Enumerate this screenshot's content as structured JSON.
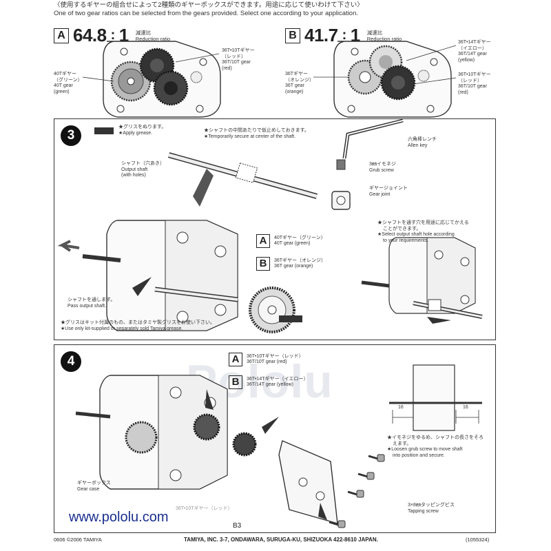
{
  "intro": {
    "line1": "〈使用するギヤーの組合せによって2種類のギヤーボックスができます。用途に応じて使いわけて下さい〉",
    "line2": "One of two gear ratios can be selected from the gears provided. Select one according to your application."
  },
  "ratioA": {
    "letter": "A",
    "ratio_main": "64.8",
    "ratio_sep": ":",
    "ratio_one": "1",
    "label_jp": "減速比",
    "label_en": "Reduction ratio",
    "gear_right_jp1": "36T•10Tギヤー",
    "gear_right_jp2": "（レッド）",
    "gear_right_en1": "36T/10T gear",
    "gear_right_en2": "(red)",
    "gear_left_jp1": "40Tギヤー",
    "gear_left_jp2": "（グリーン）",
    "gear_left_en1": "40T gear",
    "gear_left_en2": "(green)"
  },
  "ratioB": {
    "letter": "B",
    "ratio_main": "41.7",
    "ratio_sep": ":",
    "ratio_one": "1",
    "label_jp": "減速比",
    "label_en": "Reduction ratio",
    "gear_top_jp1": "36T•14Tギヤー",
    "gear_top_jp2": "（イエロー）",
    "gear_top_en1": "36T/14T gear",
    "gear_top_en2": "(yellow)",
    "gear_mid_jp1": "36T•10Tギヤー",
    "gear_mid_jp2": "（レッド）",
    "gear_mid_en1": "36T/10T gear",
    "gear_mid_en2": "(red)",
    "gear_left_jp1": "36Tギヤー",
    "gear_left_jp2": "（オレンジ）",
    "gear_left_en1": "36T gear",
    "gear_left_en2": "(orange)"
  },
  "step3": {
    "number": "3",
    "grease_jp": "★グリスをぬります。",
    "grease_en": "★Apply grease.",
    "temp_jp": "★シャフトの中間あたりで仮止めしておきます。",
    "temp_en": "★Temporarily secure at center of the shaft.",
    "allen_jp": "六角棒レンチ",
    "allen_en": "Allen key",
    "shaft_jp": "シャフト（穴あき）",
    "shaft_en1": "Output shaft",
    "shaft_en2": "(with holes)",
    "grub_jp": "3㎜イモネジ",
    "grub_en": "Grub screw",
    "joint_jp": "ギヤージョイント",
    "joint_en": "Gear joint",
    "optA_letter": "A",
    "optA_jp": "40Tギヤー（グリーン）",
    "optA_en": "40T gear (green)",
    "optB_letter": "B",
    "optB_jp": "36Tギヤー（オレンジ）",
    "optB_en": "36T gear (orange)",
    "select_jp1": "★シャフトを通す穴を用途に応じてかえる",
    "select_jp2": "ことができます。",
    "select_en1": "★Select output shaft hole according",
    "select_en2": "to your requirements.",
    "pass_jp": "シャフトを通します。",
    "pass_en": "Pass output shaft.",
    "use_jp": "★グリスはキット付属のもの、またはタミヤ製グリスをお使い下さい。",
    "use_en": "★Use only kit-supplied or separately sold Tamiya grease."
  },
  "step4": {
    "number": "4",
    "optA_letter": "A",
    "optA_jp": "36T•10Tギヤー（レッド）",
    "optA_en": "36T/10T gear (red)",
    "optB_letter": "B",
    "optB_jp": "36T•14Tギヤー（イエロー）",
    "optB_en": "36T/14T gear (yellow)",
    "dim_left": "16",
    "dim_right": "16",
    "loosen_jp1": "★イモネジをゆるめ、シャフトの長さをそろ",
    "loosen_jp2": "えます。",
    "loosen_en1": "★Loosen grub screw to move shaft",
    "loosen_en2": "into position and secure.",
    "gearcase_jp": "ギヤーボックス",
    "gearcase_en": "Gear case",
    "tapping_jp": "3×8㎜タッピングビス",
    "tapping_en": "Tapping screw",
    "part_label": "B3",
    "faded_label": "36T•10Tギヤー（レッド）"
  },
  "watermark": "Pololu",
  "url": "www.pololu.com",
  "footer": {
    "left": "0606 ©2006 TAMIYA",
    "center": "TAMIYA, INC. 3-7, ONDAWARA, SURUGA-KU, SHIZUOKA 422-8610 JAPAN.",
    "right": "(1055324)"
  }
}
